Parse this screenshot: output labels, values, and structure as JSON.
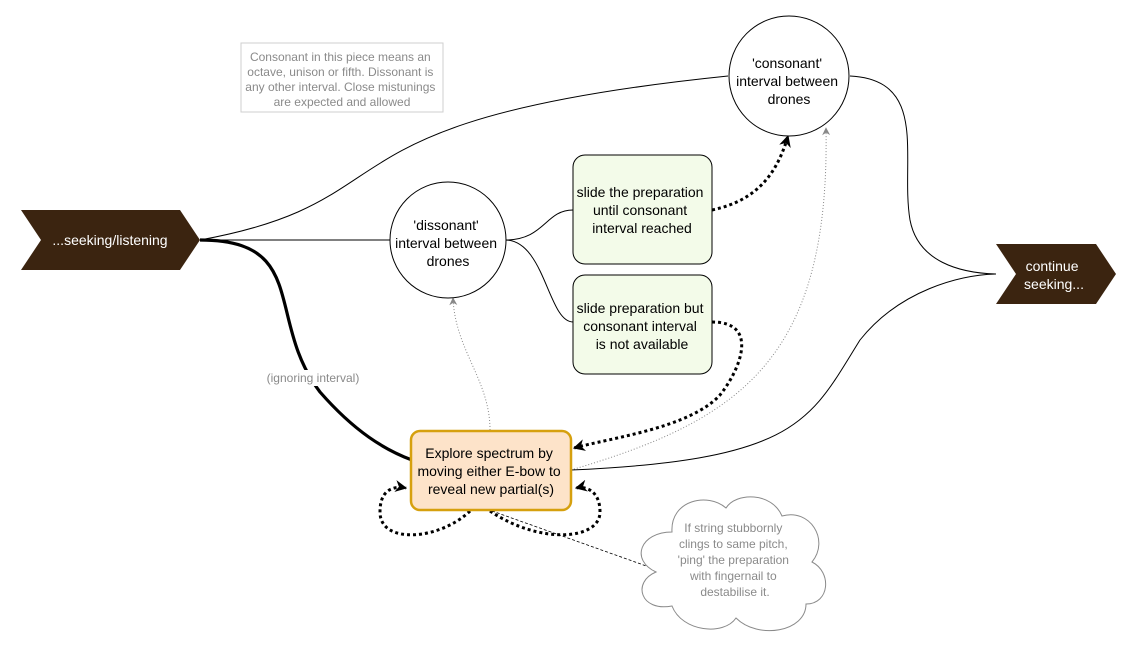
{
  "note": {
    "lines": [
      "Consonant in this piece means an",
      "octave, unison or fifth. Dissonant is",
      "any other interval. Close mistunings",
      "are expected and allowed"
    ]
  },
  "start_node": {
    "label": "...seeking/listening"
  },
  "end_node": {
    "lines": [
      "continue",
      "seeking..."
    ]
  },
  "consonant_node": {
    "lines": [
      "'consonant'",
      "interval between",
      "drones"
    ]
  },
  "dissonant_node": {
    "lines": [
      "'dissonant'",
      "interval between",
      "drones"
    ]
  },
  "slide_reached": {
    "lines": [
      "slide the preparation",
      "until consonant",
      "interval reached"
    ]
  },
  "slide_unavailable": {
    "lines": [
      "slide preparation but",
      "consonant interval",
      "is not available"
    ]
  },
  "explore": {
    "lines": [
      "Explore spectrum by",
      "moving either E-bow to",
      "reveal new partial(s)"
    ]
  },
  "ignoring_label": "(ignoring interval)",
  "cloud": {
    "lines": [
      "If string stubbornly",
      "clings to same pitch,",
      "'ping' the preparation",
      "with fingernail to",
      "destabilise it."
    ]
  },
  "colors": {
    "chevron_fill": "#3b2410",
    "green_fill": "#f3fbe9",
    "orange_fill": "#fde3c9",
    "orange_stroke": "#d6a00e",
    "grey_text": "#8a8a8a"
  }
}
